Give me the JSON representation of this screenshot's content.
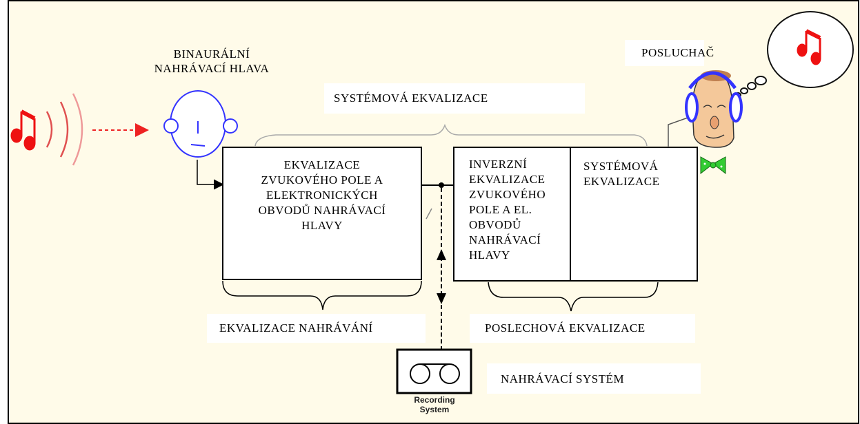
{
  "colors": {
    "background": "#fffbe9",
    "border": "#000000",
    "head_outline": "#3333ff",
    "note_red": "#ee1111",
    "arrow_red": "#ee2222"
  },
  "labels": {
    "binaural_head": "BINAURÁLNÍ\nNAHRÁVACÍ HLAVA",
    "listener": "POSLUCHAČ",
    "system_eq_top": "SYSTÉMOVÁ EKVALIZACE",
    "recording_eq": "EKVALIZACE NAHRÁVÁNÍ",
    "playback_eq": "POSLECHOVÁ EKVALIZACE",
    "recording_system": "NAHRÁVACÍ SYSTÉM",
    "recording_system_caption": "Recording\nSystem"
  },
  "blocks": {
    "field_eq": "EKVALIZACE\nZVUKOVÉHO POLE A\nELEKTRONICKÝCH\nOBVODŮ NAHRÁVACÍ\nHLAVY",
    "inverse_eq": "INVERZNÍ\nEKVALIZACE\nZVUKOVÉHO\nPOLE A EL.\nOBVODŮ\nNAHRÁVACÍ\nHLAVY",
    "system_eq": "SYSTÉMOVÁ\nEKVALIZACE"
  },
  "icons": {
    "source_note": "music-note-icon",
    "sound_waves": "sound-waves-icon",
    "binaural_head": "binaural-head-icon",
    "listener": "listener-with-headphones-icon",
    "thought_note": "music-note-icon",
    "tape_recorder": "tape-recorder-icon"
  }
}
